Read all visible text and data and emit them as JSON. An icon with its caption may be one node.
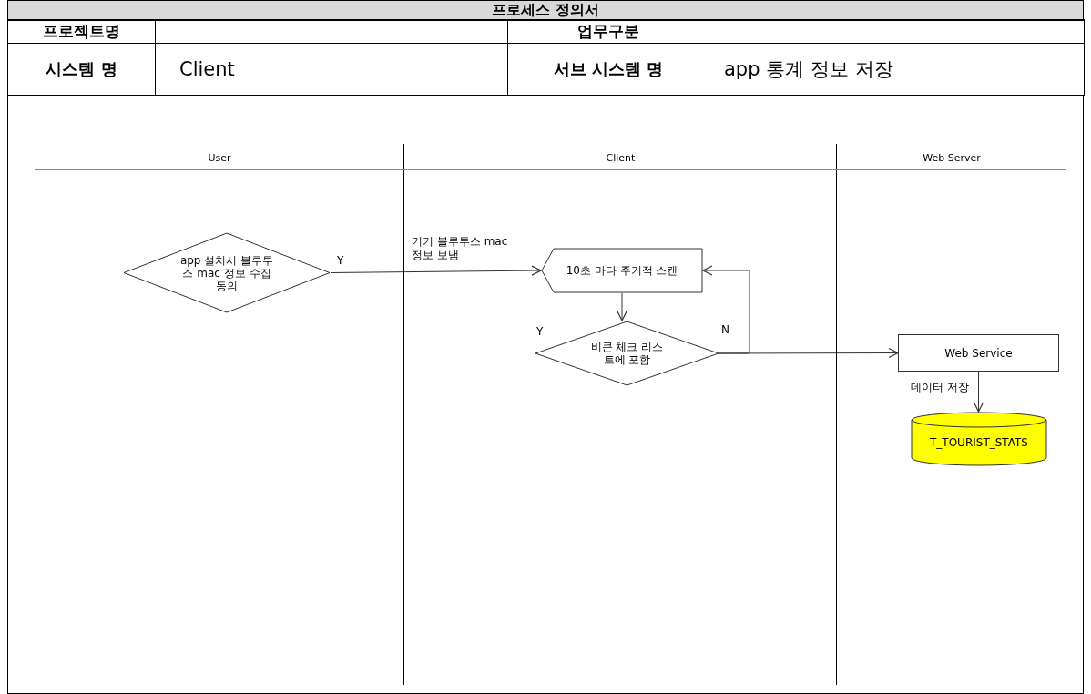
{
  "diagram": {
    "title": "프로세스 정의서",
    "nodes": [
      {
        "text": [
          "User"
        ]
      },
      {
        "text": [
          "Client"
        ]
      },
      {
        "text": [
          "Web Server"
        ]
      },
      {
        "text": [
          "app 설치시 블루투스 mac 정보 수집동의"
        ],
        "in": 0
      },
      {
        "text": [
          "10초 마다 주기적 스캔"
        ],
        "in": 1
      },
      {
        "text": [
          "비콘 체크 리스트에 포함"
        ],
        "in": 1
      },
      {
        "text": [
          "Web Service"
        ],
        "in": 2
      },
      {
        "text": [
          "T_TOURIST_STATS"
        ],
        "in": 2
      }
    ],
    "edges": [
      {
        "from": 3,
        "to": 4,
        "arrow": "to",
        "label": "기기 블루투스 mac 정보 보냄"
      },
      {
        "from": 4,
        "to": 5,
        "arrow": "to"
      },
      {
        "from": 5,
        "to": 4,
        "arrow": "to",
        "label": "N"
      },
      {
        "from": 5,
        "to": 6,
        "arrow": "to"
      },
      {
        "from": 6,
        "to": 7,
        "arrow": "to",
        "label": "데이터 저장"
      }
    ],
    "labels": [
      "프로젝트명",
      "업무구분",
      "시스템 명",
      "Client",
      "서브 시스템 명",
      "app 통계 정보 저장",
      "Y",
      "Y"
    ]
  }
}
